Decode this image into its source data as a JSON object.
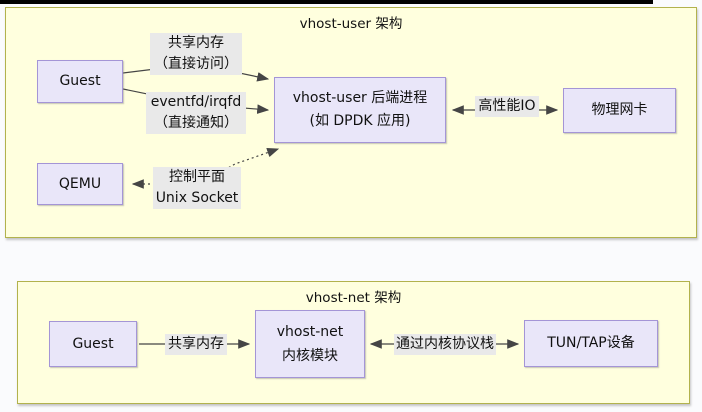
{
  "canvas": {
    "background": "#fafbfd",
    "top_bar_color": "#000000"
  },
  "colors": {
    "frame_fill": "#ffffde",
    "frame_border": "#b2b24d",
    "node_fill": "#e9e6f9",
    "node_border": "#a495d6",
    "edge_label_bg": "#e9e9e9",
    "edge_line": "#454545",
    "text": "#111111"
  },
  "vhost_user": {
    "title": "vhost-user 架构",
    "nodes": {
      "guest": {
        "label": "Guest"
      },
      "backend": {
        "line1": "vhost-user 后端进程",
        "line2": "(如 DPDK 应用)"
      },
      "nic": {
        "label": "物理网卡"
      },
      "qemu": {
        "label": "QEMU"
      }
    },
    "edges": {
      "shared_memory": {
        "line1": "共享内存",
        "line2": "（直接访问）",
        "type": "solid-arrow",
        "from": "Guest",
        "to": "vhost-user backend"
      },
      "eventfd": {
        "line1": "eventfd/irqfd",
        "line2": "（直接通知）",
        "type": "solid-arrow",
        "from": "Guest",
        "to": "vhost-user backend"
      },
      "control_plane": {
        "line1": "控制平面",
        "line2": "Unix Socket",
        "type": "dotted-double-arrow",
        "from": "QEMU",
        "to": "vhost-user backend"
      },
      "high_perf_io": {
        "label": "高性能IO",
        "type": "solid-double-arrow",
        "from": "vhost-user backend",
        "to": "物理网卡"
      }
    }
  },
  "vhost_net": {
    "title": "vhost-net 架构",
    "nodes": {
      "guest": {
        "label": "Guest"
      },
      "module": {
        "line1": "vhost-net",
        "line2": "内核模块"
      },
      "tuntap": {
        "label": "TUN/TAP设备"
      }
    },
    "edges": {
      "shared_memory": {
        "label": "共享内存",
        "type": "solid-arrow",
        "from": "Guest",
        "to": "vhost-net module"
      },
      "kernel_stack": {
        "label": "通过内核协议栈",
        "type": "solid-double-arrow",
        "from": "vhost-net module",
        "to": "TUN/TAP"
      }
    }
  }
}
